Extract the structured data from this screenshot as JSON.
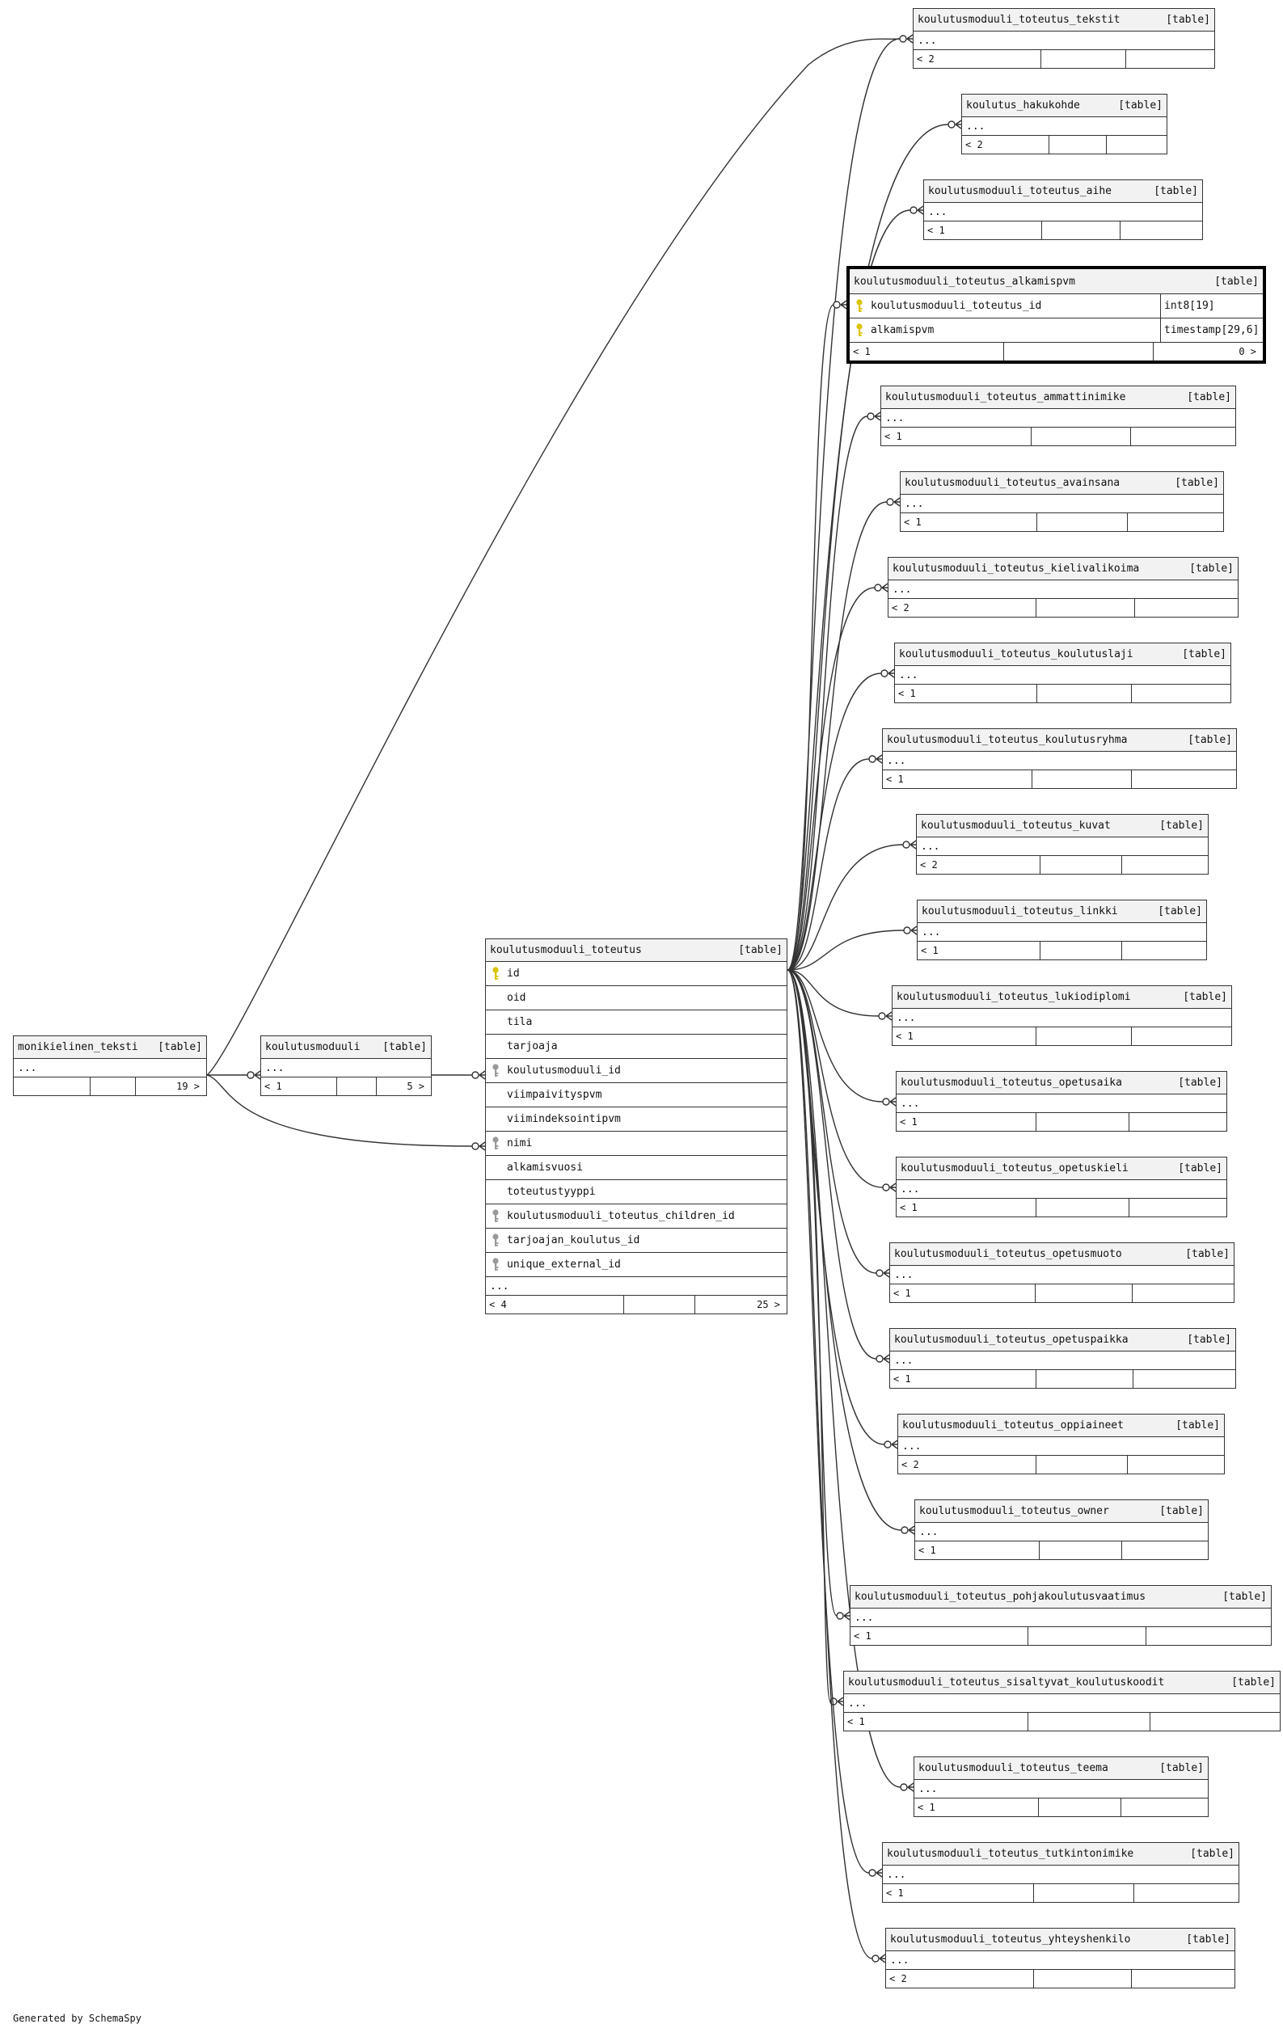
{
  "footer_text": "Generated by SchemaSpy",
  "type_label": "[table]",
  "colors": {
    "line": "#333333",
    "header_bg": "#f2f2f2",
    "pk_key": "#d9c400",
    "fk_key": "#999999"
  },
  "icons": {
    "primary_key": "key-icon-yellow",
    "foreign_key": "key-icon-gray"
  },
  "tables": {
    "monikielinen_teksti": {
      "name": "monikielinen_teksti",
      "more": "...",
      "foot_left": "",
      "foot_right": "19 >"
    },
    "koulutusmoduuli": {
      "name": "koulutusmoduuli",
      "more": "...",
      "foot_left": "< 1",
      "foot_right": "5 >"
    },
    "koulutusmoduuli_toteutus": {
      "name": "koulutusmoduuli_toteutus",
      "columns": [
        {
          "name": "id",
          "key": "pk"
        },
        {
          "name": "oid",
          "key": ""
        },
        {
          "name": "tila",
          "key": ""
        },
        {
          "name": "tarjoaja",
          "key": ""
        },
        {
          "name": "koulutusmoduuli_id",
          "key": "fk"
        },
        {
          "name": "viimpaivityspvm",
          "key": ""
        },
        {
          "name": "viimindeksointipvm",
          "key": ""
        },
        {
          "name": "nimi",
          "key": "fk"
        },
        {
          "name": "alkamisvuosi",
          "key": ""
        },
        {
          "name": "toteutustyyppi",
          "key": ""
        },
        {
          "name": "koulutusmoduuli_toteutus_children_id",
          "key": "fk"
        },
        {
          "name": "tarjoajan_koulutus_id",
          "key": "fk"
        },
        {
          "name": "unique_external_id",
          "key": "fk"
        }
      ],
      "more": "...",
      "foot_left": "< 4",
      "foot_right": "25 >"
    },
    "alkamispvm": {
      "name": "koulutusmoduuli_toteutus_alkamispvm",
      "columns": [
        {
          "name": "koulutusmoduuli_toteutus_id",
          "type": "int8[19]",
          "key": "pk"
        },
        {
          "name": "alkamispvm",
          "type": "timestamp[29,6]",
          "key": "pk"
        }
      ],
      "foot_left": "< 1",
      "foot_right": "0 >"
    },
    "children": [
      {
        "name": "koulutusmoduuli_toteutus_tekstit",
        "more": "...",
        "foot_left": "< 2"
      },
      {
        "name": "koulutus_hakukohde",
        "more": "...",
        "foot_left": "< 2"
      },
      {
        "name": "koulutusmoduuli_toteutus_aihe",
        "more": "...",
        "foot_left": "< 1"
      },
      {
        "name": "koulutusmoduuli_toteutus_ammattinimike",
        "more": "...",
        "foot_left": "< 1"
      },
      {
        "name": "koulutusmoduuli_toteutus_avainsana",
        "more": "...",
        "foot_left": "< 1"
      },
      {
        "name": "koulutusmoduuli_toteutus_kielivalikoima",
        "more": "...",
        "foot_left": "< 2"
      },
      {
        "name": "koulutusmoduuli_toteutus_koulutuslaji",
        "more": "...",
        "foot_left": "< 1"
      },
      {
        "name": "koulutusmoduuli_toteutus_koulutusryhma",
        "more": "...",
        "foot_left": "< 1"
      },
      {
        "name": "koulutusmoduuli_toteutus_kuvat",
        "more": "...",
        "foot_left": "< 2"
      },
      {
        "name": "koulutusmoduuli_toteutus_linkki",
        "more": "...",
        "foot_left": "< 1"
      },
      {
        "name": "koulutusmoduuli_toteutus_lukiodiplomi",
        "more": "...",
        "foot_left": "< 1"
      },
      {
        "name": "koulutusmoduuli_toteutus_opetusaika",
        "more": "...",
        "foot_left": "< 1"
      },
      {
        "name": "koulutusmoduuli_toteutus_opetuskieli",
        "more": "...",
        "foot_left": "< 1"
      },
      {
        "name": "koulutusmoduuli_toteutus_opetusmuoto",
        "more": "...",
        "foot_left": "< 1"
      },
      {
        "name": "koulutusmoduuli_toteutus_opetuspaikka",
        "more": "...",
        "foot_left": "< 1"
      },
      {
        "name": "koulutusmoduuli_toteutus_oppiaineet",
        "more": "...",
        "foot_left": "< 2"
      },
      {
        "name": "koulutusmoduuli_toteutus_owner",
        "more": "...",
        "foot_left": "< 1"
      },
      {
        "name": "koulutusmoduuli_toteutus_pohjakoulutusvaatimus",
        "more": "...",
        "foot_left": "< 1"
      },
      {
        "name": "koulutusmoduuli_toteutus_sisaltyvat_koulutuskoodit",
        "more": "...",
        "foot_left": "< 1"
      },
      {
        "name": "koulutusmoduuli_toteutus_teema",
        "more": "...",
        "foot_left": "< 1"
      },
      {
        "name": "koulutusmoduuli_toteutus_tutkintonimike",
        "more": "...",
        "foot_left": "< 1"
      },
      {
        "name": "koulutusmoduuli_toteutus_yhteyshenkilo",
        "more": "...",
        "foot_left": "< 2"
      }
    ]
  }
}
